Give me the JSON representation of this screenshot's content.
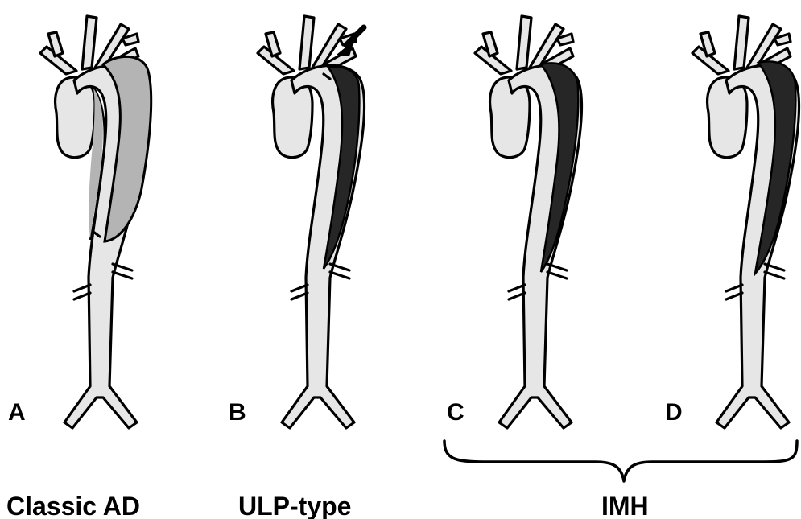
{
  "figure": {
    "panels": [
      {
        "letter": "A",
        "lesion": "classic",
        "lesion_color": "#b4b4b4"
      },
      {
        "letter": "B",
        "lesion": "ulp",
        "lesion_color": "#262626"
      },
      {
        "letter": "C",
        "lesion": "imh",
        "lesion_color": "#262626"
      },
      {
        "letter": "D",
        "lesion": "imh",
        "lesion_color": "#262626"
      }
    ],
    "captions": {
      "classic": "Classic AD",
      "ulp": "ULP-type",
      "imh": "IMH"
    },
    "colors": {
      "vessel_fill": "#e6e6e6",
      "outline": "#000000",
      "false_lumen": "#b4b4b4",
      "hematoma": "#262626"
    }
  }
}
